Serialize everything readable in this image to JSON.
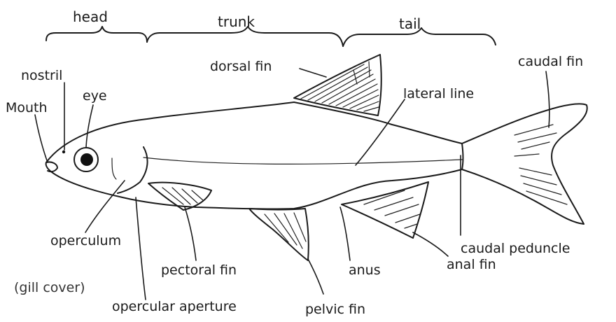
{
  "regions": {
    "head": "head",
    "trunk": "trunk",
    "tail": "tail"
  },
  "labels": {
    "nostril": "nostril",
    "eye": "eye",
    "mouth": "Mouth",
    "dorsal_fin": "dorsal fin",
    "lateral_line": "lateral line",
    "caudal_fin": "caudal fin",
    "operculum": "operculum",
    "pectoral_fin": "pectoral fin",
    "anus": "anus",
    "anal_fin": "anal fin",
    "caudal_peduncle": "caudal peduncle",
    "gill_cover": "(gill cover)",
    "opercular_aperture": "opercular aperture",
    "pelvic_fin": "pelvic fin"
  }
}
